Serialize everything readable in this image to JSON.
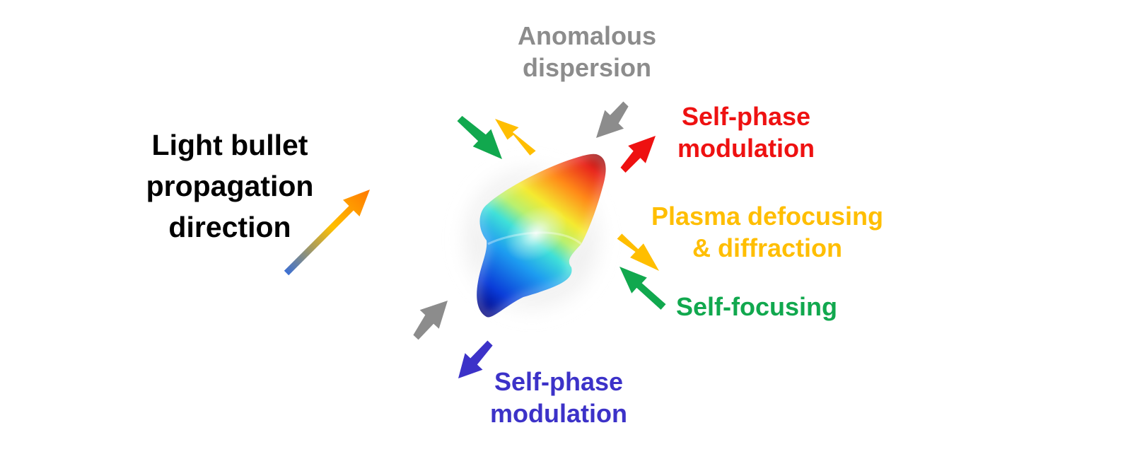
{
  "labels": {
    "propagation": {
      "line1": "Light bullet",
      "line2": "propagation",
      "line3": "direction"
    },
    "anomalous_dispersion": {
      "line1": "Anomalous",
      "line2": "dispersion"
    },
    "spm_top": {
      "line1": "Self-phase",
      "line2": "modulation"
    },
    "plasma": {
      "line1": "Plasma defocusing",
      "line2": "& diffraction"
    },
    "self_focusing": {
      "line1": "Self-focusing"
    },
    "spm_bottom": {
      "line1": "Self-phase",
      "line2": "modulation"
    }
  },
  "colors": {
    "gray": "#8c8c8c",
    "red": "#ee1111",
    "orange": "#ffbe00",
    "green": "#11a84e",
    "blue": "#3c32c8",
    "propagation_start": "#3b6fd4",
    "propagation_mid": "#ffc000",
    "propagation_end": "#ff7800",
    "text_black": "#000000"
  },
  "icons": [
    "light-bullet-shape",
    "propagation-arrow",
    "force-arrow"
  ]
}
